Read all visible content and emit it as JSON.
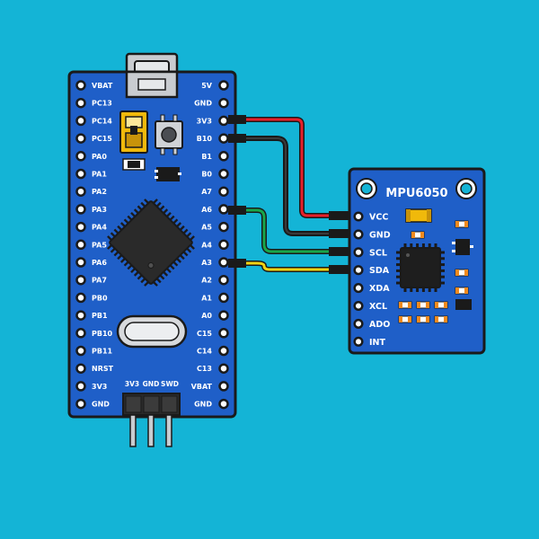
{
  "colors": {
    "background": "#14b4d6",
    "board": "#1f5fc8",
    "outline": "#1a1a1a",
    "wire_vcc": "#e8202a",
    "wire_gnd": "#1a1a1a",
    "wire_scl": "#19a64a",
    "wire_sda": "#f2d312",
    "jumper": "#f0b90b"
  },
  "stm32": {
    "left_pins": [
      "VBAT",
      "PC13",
      "PC14",
      "PC15",
      "PA0",
      "PA1",
      "PA2",
      "PA3",
      "PA4",
      "PA5",
      "PA6",
      "PA7",
      "PB0",
      "PB1",
      "PB10",
      "PB11",
      "NRST",
      "3V3",
      "GND"
    ],
    "right_pins": [
      "5V",
      "GND",
      "3V3",
      "B10",
      "B1",
      "B0",
      "A7",
      "A6",
      "A5",
      "A4",
      "A3",
      "A2",
      "A1",
      "A0",
      "C15",
      "C14",
      "C13",
      "VBAT",
      "GND"
    ],
    "header_labels": [
      "3V3",
      "GND",
      "SWD"
    ],
    "icons": [
      "usb-port-icon",
      "jumper-icon",
      "reset-button-icon",
      "microcontroller-chip-icon",
      "crystal-icon"
    ]
  },
  "mpu6050": {
    "title": "MPU6050",
    "pins": [
      "VCC",
      "GND",
      "SCL",
      "SDA",
      "XDA",
      "XCL",
      "ADO",
      "INT"
    ],
    "icons": [
      "sensor-chip-icon",
      "mounting-hole-icon"
    ]
  },
  "wires": [
    {
      "name": "vcc",
      "from": "3V3",
      "to": "VCC",
      "color": "#e8202a"
    },
    {
      "name": "gnd",
      "from": "B10",
      "to": "GND",
      "color": "#1a1a1a"
    },
    {
      "name": "scl",
      "from": "A6",
      "to": "SCL",
      "color": "#19a64a"
    },
    {
      "name": "sda",
      "from": "A3",
      "to": "SDA",
      "color": "#f2d312"
    }
  ]
}
